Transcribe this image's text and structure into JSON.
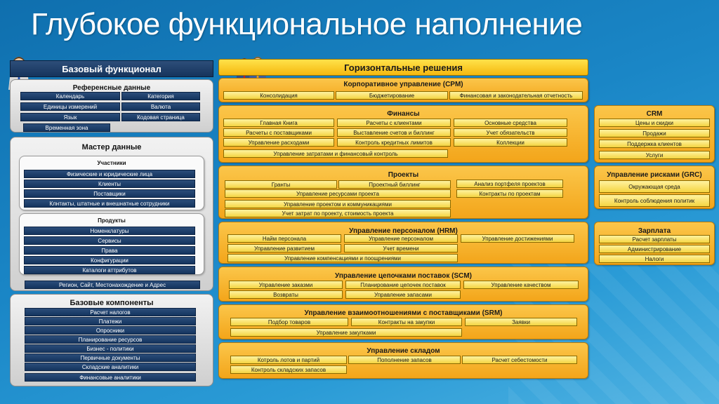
{
  "title": "Глубокое функциональное наполнение",
  "left": {
    "header": "Базовый функционал",
    "ref": {
      "title": "Референсные данные",
      "items": [
        "Календарь",
        "Категория",
        "Единицы измерений",
        "Валюта",
        "Язык",
        "Кодовая страница",
        "Временная зона"
      ]
    },
    "master": {
      "title": "Мастер данные",
      "participants": {
        "title": "Участники",
        "items": [
          "Физические и юридические лица",
          "Клиенты",
          "Поставщики",
          "Клнтакты, штатные и внешнатные сотрудники"
        ]
      },
      "products": {
        "title": "Продукты",
        "items": [
          "Номенклатуры",
          "Сервисы",
          "Права",
          "Конфигурации",
          "Каталоги аттрибутов"
        ]
      },
      "region": "Регион, Сайт, Местонахождение и Адрес"
    },
    "base": {
      "title": "Базовые компоненты",
      "items": [
        "Расчет налогов",
        "Платежи",
        "Опросники",
        "Планирование ресурсов",
        "Бизнес - политики",
        "Первичные документы",
        "Складские аналитики",
        "Финансовые аналитики"
      ]
    }
  },
  "right": {
    "header": "Горизонтальные решения",
    "cpm": {
      "title": "Корпоративное управление (CPM)",
      "items": [
        "Консолидация",
        "Бюджетирование",
        "Финансовая и законодательная отчетность"
      ]
    },
    "finance": {
      "title": "Финансы",
      "items": [
        "Главная Книга",
        "Расчеты с клиентами",
        "Основные средства",
        "Расчеты с поставщиками",
        "Выставление счетов и биллинг",
        "Учет обязательств",
        "Управление расходами",
        "Контроль кредитных лимитов",
        "Коллекции",
        "Управление затратами и финансовый контроль"
      ]
    },
    "projects": {
      "title": "Проекты",
      "items": [
        "Гранты",
        "Проектный биллинг",
        "Анализ портфеля проектов",
        "Управление ресурсами проекта",
        "Контракты по проектам",
        "Управление проектом и коммуникациями",
        "Учет затрат по проекту, стоимость проекта"
      ]
    },
    "hrm": {
      "title": "Управление персоналом (HRM)",
      "items": [
        "Найм персонала",
        "Управление персоналом",
        "Управление достижениями",
        "Управление развитием",
        "Учет времени",
        "Управление компенсациями и поощрениями"
      ]
    },
    "scm": {
      "title": "Управление цепочками поставок (SCM)",
      "items": [
        "Управление заказми",
        "Планирование цепочек поставок",
        "Управление качеством",
        "Возвраты",
        "Управление запасами"
      ]
    },
    "srm": {
      "title": "Управление взаимоотношениями с поставщиками (SRM)",
      "items": [
        "Подбор товаров",
        "Контракты на закупки",
        "Заявки",
        "Управление закупками"
      ]
    },
    "wh": {
      "title": "Управление складом",
      "items": [
        "Котроль лотов и партий",
        "Пополнение запасов",
        "Расчет себестомости",
        "Контроль складских запасов"
      ]
    },
    "crm": {
      "title": "CRM",
      "items": [
        "Цены и скидки",
        "Продажи",
        "Поддержка клиентов",
        "Услуги"
      ]
    },
    "grc": {
      "title": "Управление рисками (GRC)",
      "items": [
        "Окружающая среда",
        "Контроль соблюдения политик"
      ]
    },
    "payroll": {
      "title": "Зарплата",
      "items": [
        "Расчет зарплаты",
        "Администрирование",
        "Налоги"
      ]
    }
  }
}
